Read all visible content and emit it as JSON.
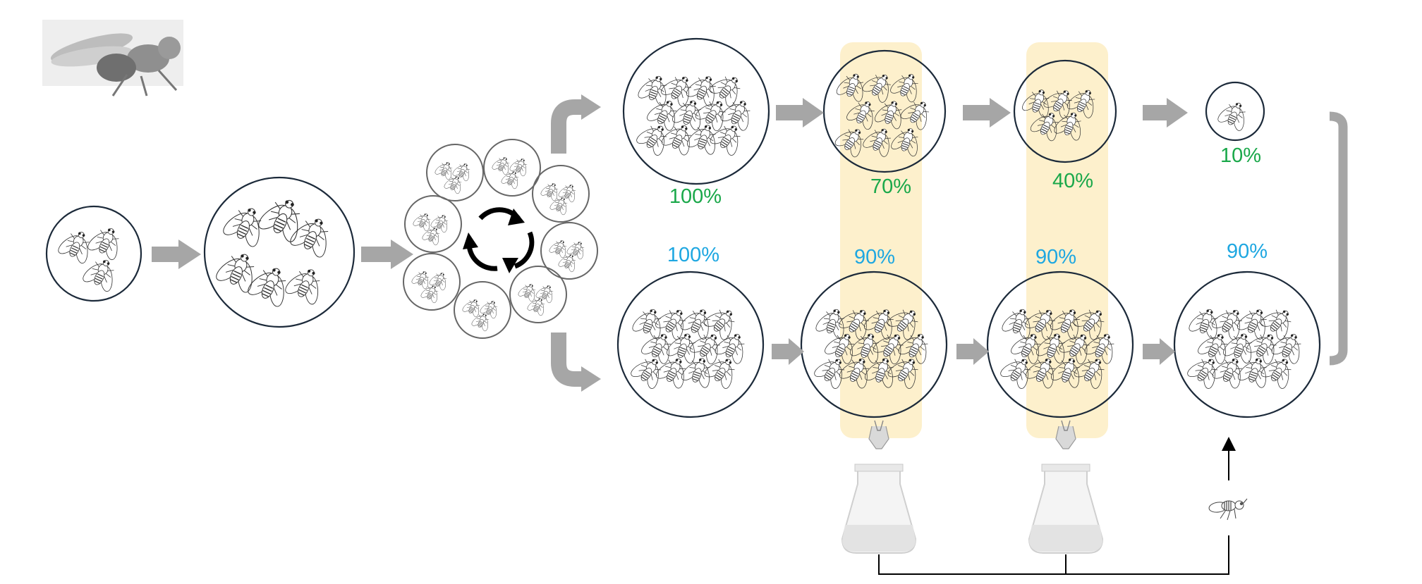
{
  "colors": {
    "survival_top": "#1aa84a",
    "survival_bottom": "#1ea7e1",
    "arrow_gray": "#a6a6a6",
    "highlight": "#fdf0cc",
    "circle_stroke": "#1c2a3a",
    "fly_orange": "#e8792e",
    "fly_amber": "#e3a72a",
    "fly_green": "#5aa04a",
    "fly_blue": "#3f79c6",
    "fly_red": "#c24a2a"
  },
  "icons": {
    "corner_image": "fly-photo-icon",
    "cycle": "cycle-arrows-icon",
    "flask": "flask-with-fly-icon",
    "added_fly": "fly-icon"
  },
  "top_row": {
    "labels": [
      "100%",
      "70%",
      "40%",
      "10%"
    ]
  },
  "bottom_row": {
    "labels": [
      "100%",
      "90%",
      "90%",
      "90%"
    ]
  }
}
